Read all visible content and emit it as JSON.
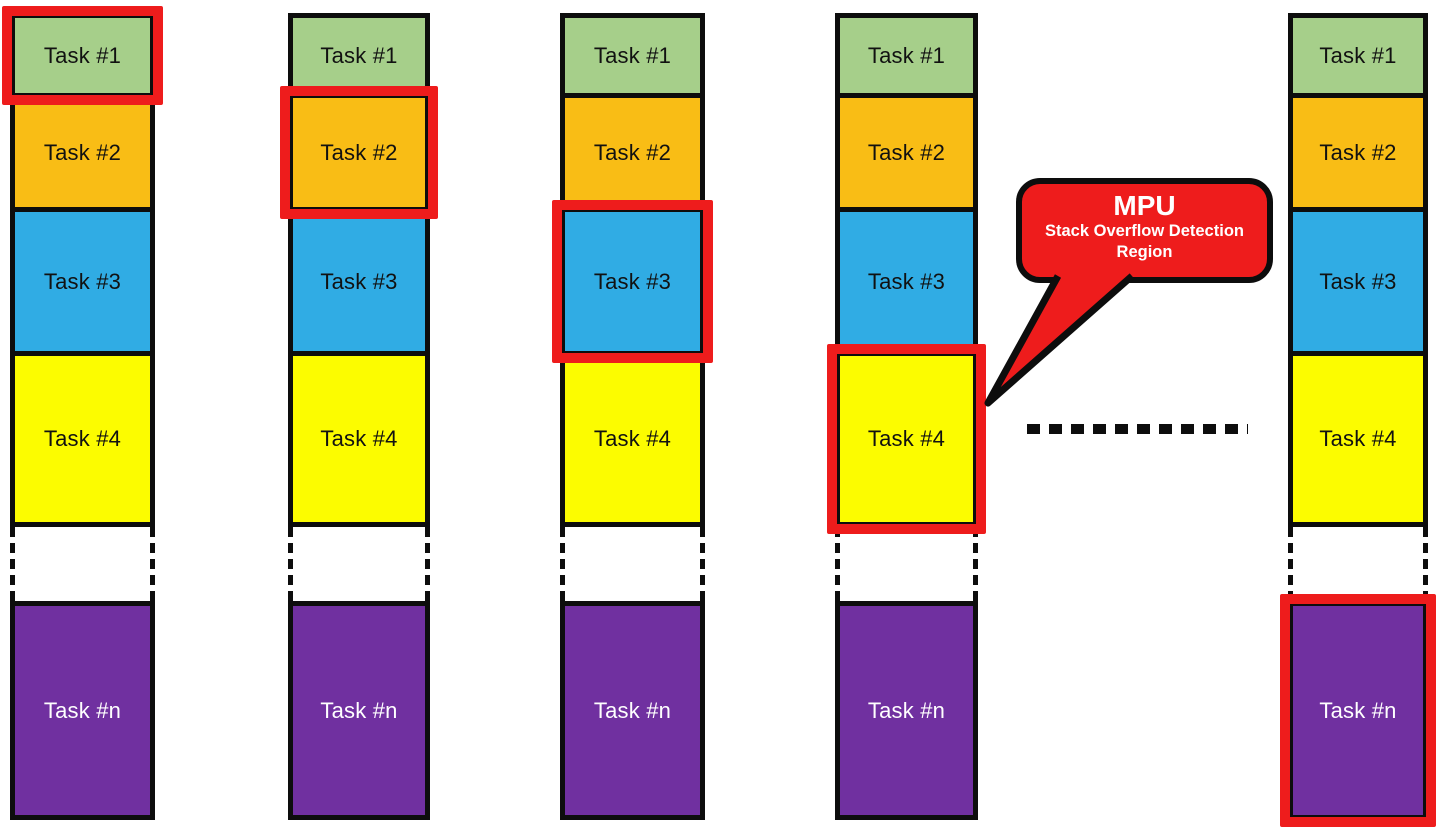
{
  "tasks": [
    {
      "id": "task-1",
      "label": "Task #1",
      "color": "green"
    },
    {
      "id": "task-2",
      "label": "Task #2",
      "color": "orange"
    },
    {
      "id": "task-3",
      "label": "Task #3",
      "color": "blue"
    },
    {
      "id": "task-4",
      "label": "Task #4",
      "color": "yellow"
    },
    {
      "id": "gap",
      "label": "",
      "color": "none"
    },
    {
      "id": "task-n",
      "label": "Task #n",
      "color": "purple"
    }
  ],
  "columns": [
    {
      "name": "stack-state-1",
      "highlighted_task": "task-1"
    },
    {
      "name": "stack-state-2",
      "highlighted_task": "task-2"
    },
    {
      "name": "stack-state-3",
      "highlighted_task": "task-3"
    },
    {
      "name": "stack-state-4",
      "highlighted_task": "task-4"
    },
    {
      "name": "stack-state-n",
      "highlighted_task": "task-n"
    }
  ],
  "callout": {
    "title": "MPU",
    "subtitle_line1": "Stack Overflow Detection",
    "subtitle_line2": "Region"
  },
  "colors": {
    "green": "#a6cf8a",
    "orange": "#f9bd15",
    "blue": "#30ace4",
    "yellow": "#fcfc00",
    "purple": "#7030a0",
    "red": "#ee1c1c",
    "outline": "#0d0d0d"
  }
}
